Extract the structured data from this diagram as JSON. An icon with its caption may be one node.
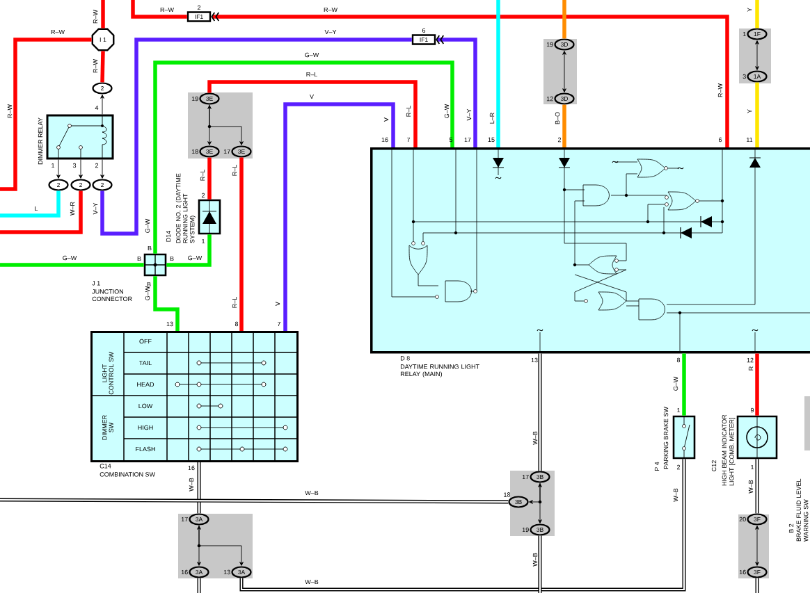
{
  "diagram": {
    "nodes": [
      {
        "text": [
          "I 1"
        ]
      },
      {
        "text": [
          "IF1"
        ],
        "beside": [
          "2"
        ]
      },
      {
        "text": [
          "IF1"
        ],
        "beside": [
          "6"
        ]
      },
      {
        "text": [
          "2"
        ]
      },
      {
        "text": [
          "DIMMER RELAY"
        ]
      },
      {
        "text": [
          "2"
        ]
      },
      {
        "text": [
          "2"
        ]
      },
      {
        "text": [
          "2"
        ]
      },
      {
        "text": [
          "3E"
        ],
        "beside": [
          "19"
        ]
      },
      {
        "text": [
          "3E"
        ],
        "beside": [
          "18"
        ]
      },
      {
        "text": [
          "3E"
        ],
        "beside": [
          "17"
        ]
      },
      {
        "text": [
          "D14",
          "DIODE NO. 2 (DAYTIME RUNNING LIGHT SYSTEM)"
        ]
      },
      {
        "text": [
          "J 1",
          "JUNCTION CONNECTOR"
        ]
      },
      {
        "text": [
          "C14",
          "COMBINATION SW"
        ]
      },
      {
        "text": [
          "D 8",
          "DAYTIME RUNNING LIGHT RELAY (MAIN)"
        ]
      },
      {
        "text": [
          "3D"
        ],
        "beside": [
          "19"
        ]
      },
      {
        "text": [
          "3D"
        ],
        "beside": [
          "12"
        ]
      },
      {
        "text": [
          "1F"
        ],
        "beside": [
          "1"
        ]
      },
      {
        "text": [
          "1A"
        ],
        "beside": [
          "3"
        ]
      },
      {
        "text": [
          "P 4",
          "PARKING BRAKE SW"
        ]
      },
      {
        "text": [
          "C12",
          "HIGH BEAM INDICATOR LIGHT [COMB. METER]"
        ]
      },
      {
        "text": [
          "3B"
        ],
        "beside": [
          "17"
        ]
      },
      {
        "text": [
          "3B"
        ],
        "beside": [
          "18"
        ]
      },
      {
        "text": [
          "3B"
        ],
        "beside": [
          "19"
        ]
      },
      {
        "text": [
          "3A"
        ],
        "beside": [
          "17"
        ]
      },
      {
        "text": [
          "3A"
        ],
        "beside": [
          "16"
        ]
      },
      {
        "text": [
          "3A"
        ],
        "beside": [
          "13"
        ]
      },
      {
        "text": [
          "3F"
        ],
        "beside": [
          "20"
        ]
      },
      {
        "text": [
          "3F"
        ],
        "beside": [
          "16"
        ]
      },
      {
        "text": [
          "B 2",
          "BRAKE FLUID LEVEL WARNING SW"
        ]
      }
    ],
    "edges": [
      {
        "from": null,
        "to": 0,
        "arrow": "none",
        "label": "R–W",
        "color": "#ff0000"
      },
      {
        "from": 0,
        "to": null,
        "arrow": "none",
        "label": "R–W",
        "color": "#ff0000"
      },
      {
        "from": 0,
        "to": 3,
        "arrow": "none",
        "label": "R–W",
        "color": "#ff0000"
      },
      {
        "from": 4,
        "to": 3,
        "arrow": "to"
      },
      {
        "from": 4,
        "to": 5,
        "arrow": "to"
      },
      {
        "from": 4,
        "to": 6,
        "arrow": "to"
      },
      {
        "from": 4,
        "to": 7,
        "arrow": "to"
      },
      {
        "from": 5,
        "to": null,
        "arrow": "none",
        "label": "L",
        "color": "#00ffff"
      },
      {
        "from": 6,
        "to": null,
        "arrow": "none",
        "label": "W–R",
        "color": "#ff0000"
      },
      {
        "from": 7,
        "to": 2,
        "arrow": "none",
        "label": "V–Y",
        "color": "#5a1eff"
      },
      {
        "from": 14,
        "to": 2,
        "arrow": "to",
        "label": "V–Y",
        "color": "#5a1eff"
      },
      {
        "from": null,
        "to": 1,
        "arrow": "none",
        "label": "R–W",
        "color": "#ff0000"
      },
      {
        "from": 14,
        "to": 1,
        "arrow": "to",
        "label": "R–W",
        "color": "#ff0000"
      },
      {
        "from": null,
        "to": 14,
        "arrow": "none",
        "label": "L–R",
        "color": "#00ffff"
      },
      {
        "from": null,
        "to": 15,
        "arrow": "none",
        "color": "#ff8c00"
      },
      {
        "from": 15,
        "to": 16,
        "arrow": "both"
      },
      {
        "from": 16,
        "to": 14,
        "arrow": "none",
        "label": "B–O",
        "color": "#ff8c00"
      },
      {
        "from": null,
        "to": 17,
        "arrow": "none",
        "label": "Y",
        "color": "#ffe600"
      },
      {
        "from": 17,
        "to": 18,
        "arrow": "both"
      },
      {
        "from": 18,
        "to": 14,
        "arrow": "none",
        "label": "Y",
        "color": "#ffe600"
      },
      {
        "from": null,
        "to": 12,
        "arrow": "none",
        "label": "G–W",
        "color": "#00ee00"
      },
      {
        "from": 12,
        "to": 14,
        "arrow": "none",
        "label": "G–W",
        "color": "#00ee00"
      },
      {
        "from": 12,
        "to": 11,
        "arrow": "none",
        "label": "G–W",
        "color": "#00ee00"
      },
      {
        "from": 12,
        "to": 13,
        "arrow": "none",
        "label": "G–W",
        "color": "#00ee00"
      },
      {
        "from": 14,
        "to": 8,
        "arrow": "none",
        "label": "R–L",
        "color": "#ff0000"
      },
      {
        "from": 8,
        "to": 9,
        "arrow": "both"
      },
      {
        "from": 8,
        "to": 10,
        "arrow": "to"
      },
      {
        "from": 9,
        "to": 11,
        "arrow": "none",
        "label": "R–L",
        "color": "#ff0000"
      },
      {
        "from": 10,
        "to": 13,
        "arrow": "none",
        "label": "R–L",
        "color": "#ff0000"
      },
      {
        "from": 14,
        "to": 13,
        "arrow": "none",
        "label": "V",
        "color": "#5a1eff"
      },
      {
        "from": 13,
        "to": 24,
        "arrow": "none",
        "label": "W–B",
        "color": "#000000"
      },
      {
        "from": null,
        "to": 22,
        "arrow": "none",
        "label": "W–B",
        "color": "#000000"
      },
      {
        "from": 24,
        "to": 25,
        "arrow": "both"
      },
      {
        "from": 24,
        "to": 26,
        "arrow": "to"
      },
      {
        "from": 25,
        "to": null,
        "arrow": "none",
        "color": "#000000"
      },
      {
        "from": 26,
        "to": 19,
        "arrow": "none",
        "label": "W–B",
        "color": "#000000"
      },
      {
        "from": 14,
        "to": 21,
        "arrow": "none",
        "label": "W–B",
        "color": "#000000"
      },
      {
        "from": 21,
        "to": 23,
        "arrow": "both"
      },
      {
        "from": 21,
        "to": 22,
        "arrow": "to"
      },
      {
        "from": 23,
        "to": null,
        "arrow": "none",
        "label": "W–B",
        "color": "#000000"
      },
      {
        "from": 14,
        "to": 19,
        "arrow": "none",
        "label": "G–W",
        "color": "#00ee00"
      },
      {
        "from": 14,
        "to": 20,
        "arrow": "none",
        "label": "R",
        "color": "#ff0000"
      },
      {
        "from": 20,
        "to": 27,
        "arrow": "none",
        "label": "W–B",
        "color": "#000000"
      },
      {
        "from": 27,
        "to": 28,
        "arrow": "both"
      },
      {
        "from": 28,
        "to": null,
        "arrow": "none",
        "color": "#000000"
      }
    ],
    "labels": [
      "R–W",
      "V",
      "R–L",
      "G–W",
      "R–W",
      "V–Y",
      "G–W",
      "R–L",
      "V",
      "W–B",
      "4",
      "1",
      "3",
      "2",
      "2",
      "1",
      "16",
      "7",
      "5",
      "17",
      "15",
      "2",
      "6",
      "11",
      "B",
      "B",
      "B",
      "B",
      "13",
      "8",
      "7",
      "LIGHT CONTROL SW",
      "OFF",
      "TAIL",
      "HEAD",
      "DIMMER SW",
      "LOW",
      "HIGH",
      "FLASH",
      "16",
      "13",
      "8",
      "12",
      "1",
      "2",
      "9",
      "1"
    ]
  }
}
